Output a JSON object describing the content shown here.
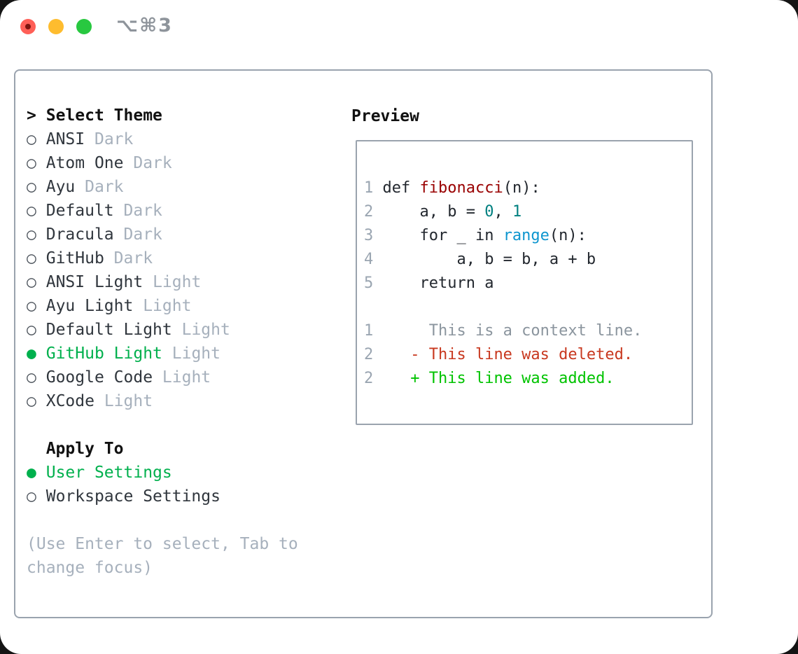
{
  "titlebar": {
    "shortcut": "⌥⌘3",
    "buttons": [
      {
        "name": "close",
        "color": "#ff5f57",
        "has_dot": true
      },
      {
        "name": "minimize",
        "color": "#febc2e",
        "has_dot": false
      },
      {
        "name": "zoom",
        "color": "#28c840",
        "has_dot": false
      }
    ]
  },
  "colors": {
    "selection_green": "#00b04d",
    "diff_added": "#00c300",
    "diff_deleted": "#c8381f",
    "function_red": "#990000",
    "number_teal": "#008080",
    "builtin_blue": "#0e96cf",
    "muted_gray": "#a6b0bc",
    "line_number_gray": "#9aa5b1",
    "context_gray": "#8b959e",
    "border_gray": "#9aa3ae",
    "marker_gray": "#4e555d",
    "text_dark": "#30363d",
    "code_dark": "#22272e",
    "header_black": "#111111",
    "title_gray": "#8e949b"
  },
  "theme_list": {
    "header_prefix": ">",
    "header": "Select Theme",
    "marker_selected": "●",
    "marker_unselected": "○",
    "items": [
      {
        "name": "ANSI",
        "variant": "Dark",
        "selected": false
      },
      {
        "name": "Atom One",
        "variant": "Dark",
        "selected": false
      },
      {
        "name": "Ayu",
        "variant": "Dark",
        "selected": false
      },
      {
        "name": "Default",
        "variant": "Dark",
        "selected": false
      },
      {
        "name": "Dracula",
        "variant": "Dark",
        "selected": false
      },
      {
        "name": "GitHub",
        "variant": "Dark",
        "selected": false
      },
      {
        "name": "ANSI Light",
        "variant": "Light",
        "selected": false
      },
      {
        "name": "Ayu Light",
        "variant": "Light",
        "selected": false
      },
      {
        "name": "Default Light",
        "variant": "Light",
        "selected": false
      },
      {
        "name": "GitHub Light",
        "variant": "Light",
        "selected": true
      },
      {
        "name": "Google Code",
        "variant": "Light",
        "selected": false
      },
      {
        "name": "XCode",
        "variant": "Light",
        "selected": false
      }
    ]
  },
  "apply_to": {
    "header": "Apply To",
    "options": [
      {
        "label": "User Settings",
        "selected": true
      },
      {
        "label": "Workspace Settings",
        "selected": false
      }
    ]
  },
  "hint_lines": [
    "(Use Enter to select, Tab to",
    "change focus)"
  ],
  "preview": {
    "title": "Preview",
    "lines": [
      {
        "segments": [
          {
            "t": "1 ",
            "c": "ln"
          },
          {
            "t": "def ",
            "c": "p"
          },
          {
            "t": "fibonacci",
            "c": "fn"
          },
          {
            "t": "(n):",
            "c": "p"
          }
        ]
      },
      {
        "segments": [
          {
            "t": "2 ",
            "c": "ln"
          },
          {
            "t": "    a, b = ",
            "c": "p"
          },
          {
            "t": "0",
            "c": "num"
          },
          {
            "t": ", ",
            "c": "p"
          },
          {
            "t": "1",
            "c": "num"
          }
        ]
      },
      {
        "segments": [
          {
            "t": "3 ",
            "c": "ln"
          },
          {
            "t": "    for _ in ",
            "c": "p"
          },
          {
            "t": "range",
            "c": "bi"
          },
          {
            "t": "(n):",
            "c": "p"
          }
        ]
      },
      {
        "segments": [
          {
            "t": "4 ",
            "c": "ln"
          },
          {
            "t": "        a, b = b, a + b",
            "c": "p"
          }
        ]
      },
      {
        "segments": [
          {
            "t": "5 ",
            "c": "ln"
          },
          {
            "t": "    return a",
            "c": "p"
          }
        ]
      },
      {
        "segments": []
      },
      {
        "segments": [
          {
            "t": "1 ",
            "c": "ln"
          },
          {
            "t": "     This is a context line.",
            "c": "ctx"
          }
        ]
      },
      {
        "segments": [
          {
            "t": "2 ",
            "c": "ln"
          },
          {
            "t": "   - This line was deleted.",
            "c": "del"
          }
        ]
      },
      {
        "segments": [
          {
            "t": "2 ",
            "c": "ln"
          },
          {
            "t": "   + This line was added.",
            "c": "add"
          }
        ]
      }
    ]
  }
}
